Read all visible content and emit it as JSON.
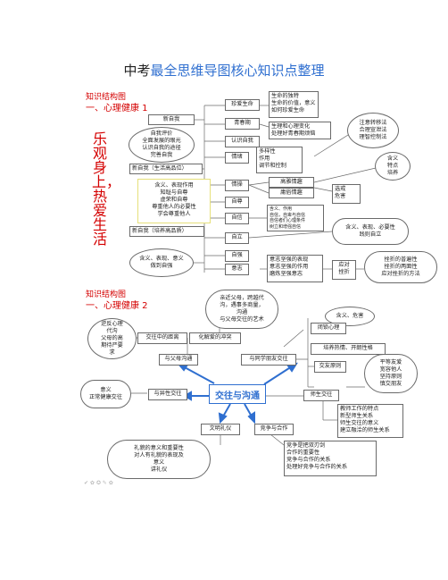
{
  "title": {
    "part1": "中考",
    "part2": "最全思维导图核心知识点整理"
  },
  "section1": {
    "label": "知识结构图",
    "heading": "一、心理健康 1",
    "vertical": "乐观身上，热爱生活"
  },
  "section2": {
    "label": "知识结构图",
    "heading": "一、心理健康 2"
  },
  "map1": {
    "new_self": "新自我",
    "self_eval": "自我评价\n全面发展的眼光\n认识自我的途径\n完善自我",
    "life_high": "新自我（生活高品位）",
    "meaning": "含义、表现作用\n知耻与自尊\n虚荣和自尊\n尊重他人的必要性\n学会尊重他人",
    "new_self_train": "新自我（培养高品质）",
    "meaning2": "含义、表现、意义\n做到自强",
    "cherish": "珍爱生命",
    "life_items": "生命的独特\n生命的价值，意义\n如何珍爱生命",
    "youth": "青春期",
    "youth_items": "生理和心理变化\n处理好青春期烦恼",
    "know_self": "认识自我",
    "emotion": "情绪",
    "emotion_items": "多样性\n作用\n调节和控制",
    "attention": "注意转移法\n合理宣泄法\n理智控制法",
    "sentiment": "情操",
    "high_sent": "高雅情趣",
    "low_sent": "庸俗情趣",
    "sent_oval": "含义\n特点\n培养",
    "select": "选戒\n危害",
    "esteem": "自尊",
    "confidence": "自信",
    "conf_items": "含义、作用\n自信，自卑与自信\n自信者们心理条件\n树立和增强自信",
    "independence": "自立",
    "indep_oval": "含义、表现、必要性\n践则自立",
    "selfimprove": "自强",
    "will": "意志",
    "will_items": "意志坚强的表现\n意志坚强的作用\n磨炼坚强意志",
    "setback": "应对\n挫折",
    "setback_items": "挫折的普遍性\n挫折的两面性\n应对挫折的方法"
  },
  "map2": {
    "center": "交往与沟通",
    "parents_oval": "逆反心理\n代沟\n父母的高\n期待严要\n求",
    "distance": "交往中的距离",
    "resolve": "化解爱的冲突",
    "parents_comm": "与父母沟通",
    "top_oval": "亲近父母，跨越代\n沟，遇事多商量，\n沟通\n与父母交往的艺术",
    "peer": "与同学朋友交往",
    "meaning_harm": "含义、危害",
    "closed": "闭锁心理",
    "cheerful": "培养热情、开朗性格",
    "principles": "交友原则",
    "friend_items": "平等友爱\n宽容他人\n坚持原则\n慎交朋友",
    "opposite_oval": "意义\n正常健康交往",
    "opposite": "与异性交往",
    "teacher": "师生交往",
    "teacher_items": "教师工作的特点\n新型师生关系\n师生交往的意义\n建立融洽的师生关系",
    "etiquette": "文明礼仪",
    "compete": "竞争与合作",
    "etiq_oval": "礼貌的意义和重要性\n对人有礼貌的表现及\n意义\n讲礼仪",
    "compete_items": "竞争是把双刃剑\n合作的重要性\n竞争与合作的关系\n处理好竞争与合作的关系"
  },
  "watermark": "✔ ✿ ✪ ✎ ✿",
  "colors": {
    "heading": "#d40000",
    "accent": "#2f6fd0",
    "line": "#6a6a6a"
  }
}
